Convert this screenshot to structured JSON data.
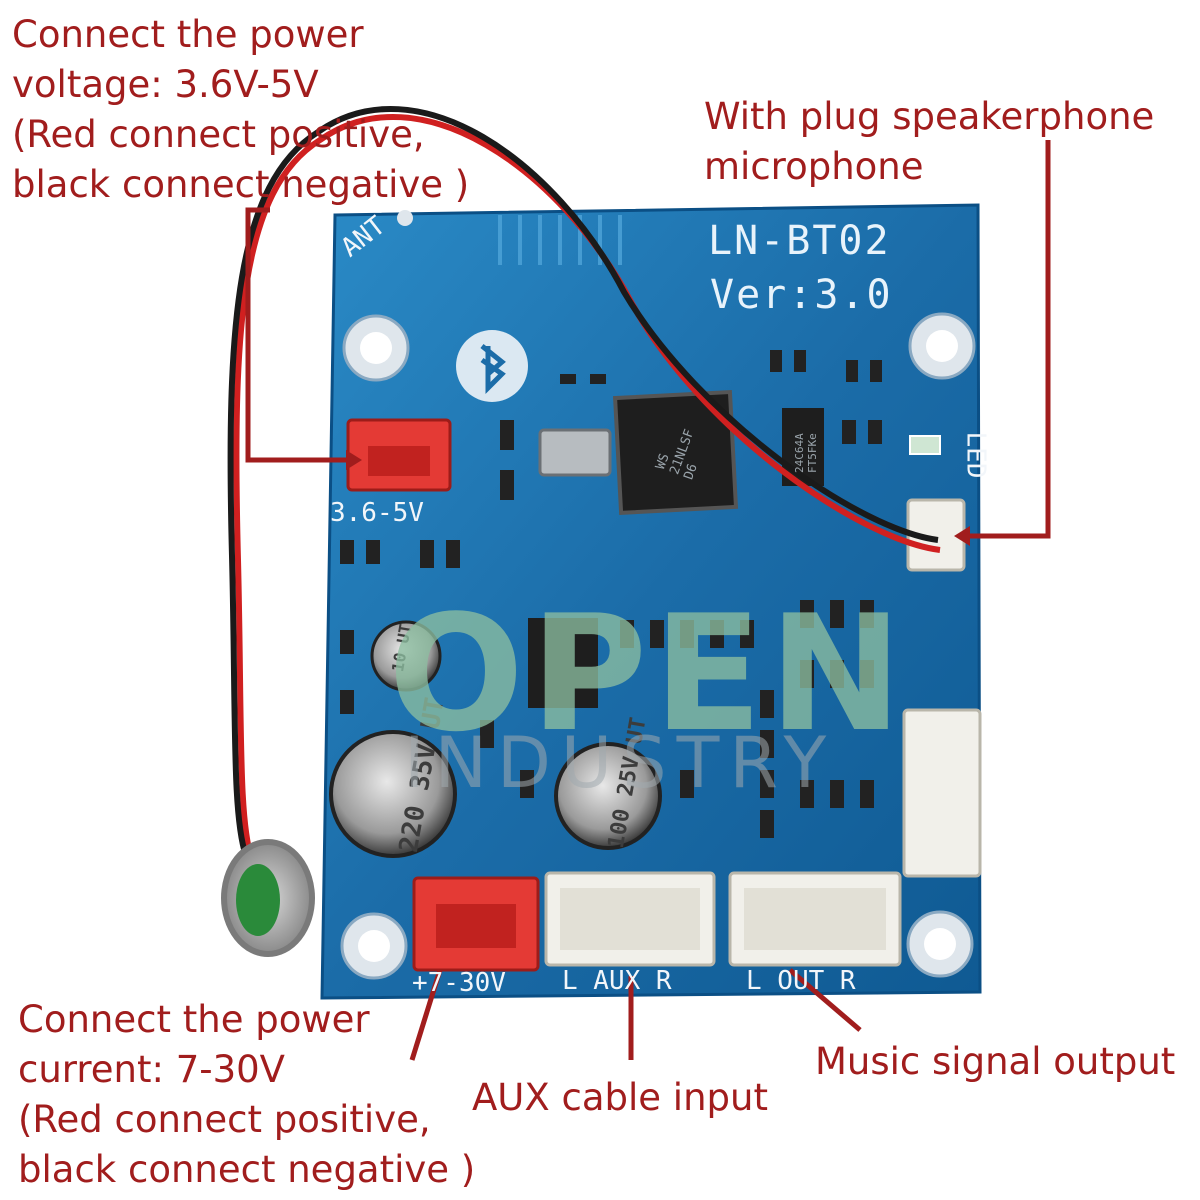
{
  "callouts": {
    "power_top": [
      "Connect the power",
      "voltage: 3.6V-5V",
      "(Red connect positive,",
      "black connect negative )"
    ],
    "mic": [
      "With plug speakerphone",
      "microphone"
    ],
    "power_bottom": [
      "Connect the power",
      "current: 7-30V",
      "(Red connect positive,",
      "black connect negative )"
    ],
    "aux": [
      "AUX cable input"
    ],
    "out": [
      "Music signal output"
    ]
  },
  "board": {
    "model": "LN-BT02",
    "version": "Ver:3.0",
    "silk_ant": "ANT",
    "silk_power_in": "3.6-5V",
    "silk_power_main": "+7-30V",
    "silk_aux": "L AUX R",
    "silk_out": "L OUT R",
    "silk_led": "LED",
    "cap_large": [
      "220",
      "35V",
      "UT"
    ],
    "cap_medium": [
      "100",
      "25V",
      "UT"
    ],
    "cap_small": [
      "10",
      "UT"
    ],
    "chip_main": [
      "WS",
      "21NLSF",
      "D6"
    ],
    "chip_eeprom": [
      "24C64A",
      "FT5FKe"
    ]
  },
  "watermark": {
    "main": "OPEN",
    "sub": "INDUSTRY"
  },
  "colors": {
    "callout_text": "#a11d1d",
    "pcb_blue": "#1f6fa6",
    "connector_red": "#e43a35",
    "connector_white": "#f1f0ea"
  }
}
